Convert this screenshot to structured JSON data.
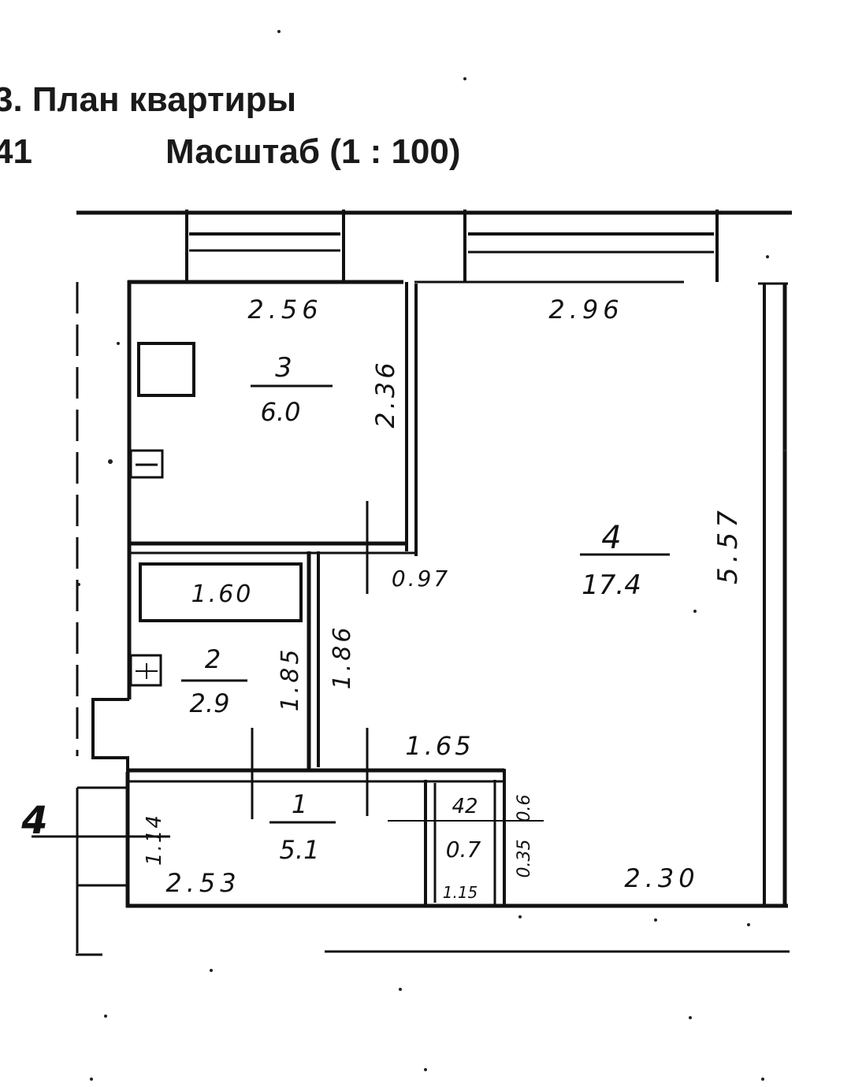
{
  "header": {
    "title": "3. План квартиры",
    "number": "41",
    "scale": "Масштаб (1 : 100)"
  },
  "rooms": [
    {
      "id": "kitchen",
      "number": "3",
      "area": "6.0"
    },
    {
      "id": "living",
      "number": "4",
      "area": "17.4"
    },
    {
      "id": "bathroom",
      "number": "2",
      "area": "2.9"
    },
    {
      "id": "hall",
      "number": "1",
      "area": "5.1"
    },
    {
      "id": "closet",
      "number": "42",
      "area": "0.7"
    }
  ],
  "dimensions": {
    "kitchen_width": "2.56",
    "living_width_top": "2.96",
    "kitchen_depth": "2.36",
    "living_depth": "5.57",
    "opening": "0.97",
    "bath_tub": "1.60",
    "bath_depth": "1.85",
    "partition_length": "1.86",
    "hall_length": "1.65",
    "hall_depth": "1.14",
    "hall_width": "2.53",
    "living_width_bottom": "2.30",
    "closet_depth": "0.6",
    "closet_width": "1.15",
    "closet_width_2": "0.35"
  },
  "labels": {
    "entrance_mark": "4"
  },
  "colors": {
    "ink": "#111111",
    "paper": "#ffffff"
  }
}
